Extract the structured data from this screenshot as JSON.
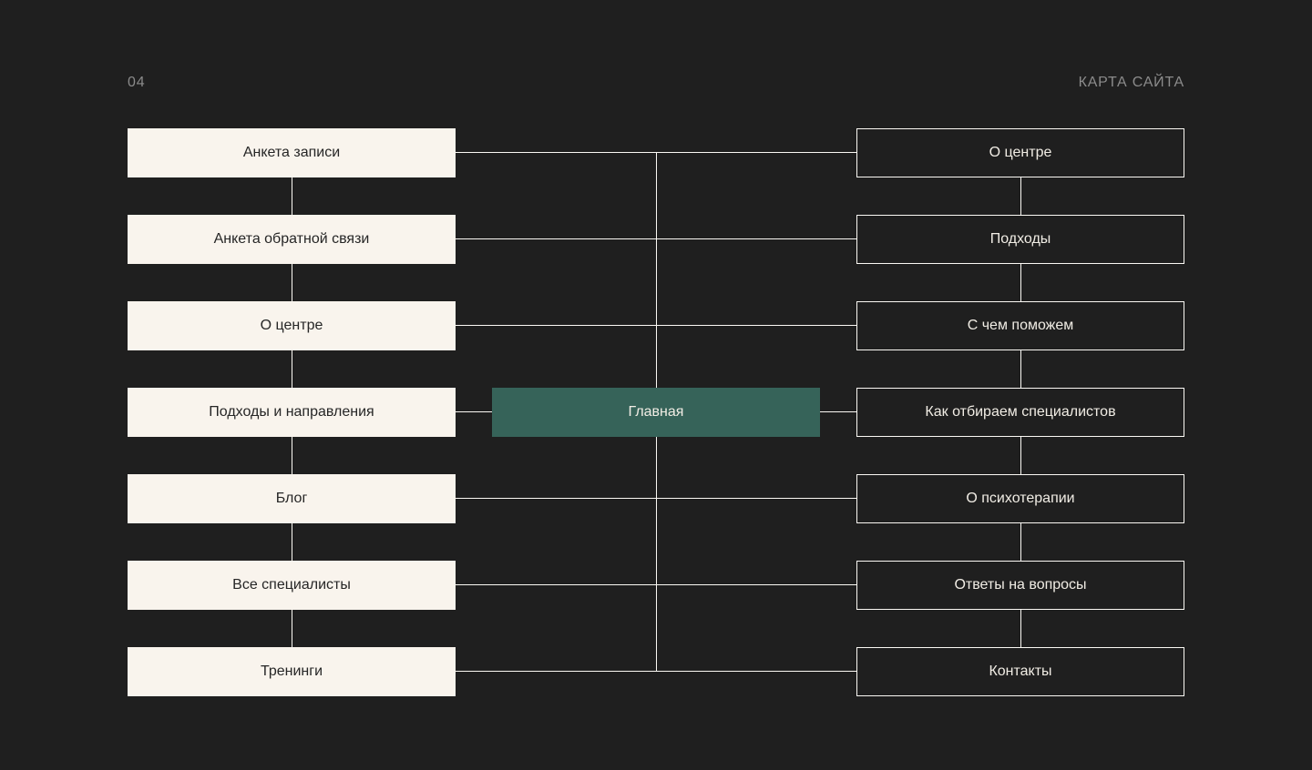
{
  "header": {
    "page_number": "04",
    "title": "КАРТА САЙТА"
  },
  "center_node": {
    "label": "Главная"
  },
  "left_column": {
    "items": [
      {
        "label": "Анкета записи"
      },
      {
        "label": "Анкета обратной связи"
      },
      {
        "label": "О центре"
      },
      {
        "label": "Подходы и направления"
      },
      {
        "label": "Блог"
      },
      {
        "label": "Все специалисты"
      },
      {
        "label": "Тренинги"
      }
    ]
  },
  "right_column": {
    "items": [
      {
        "label": "О центре"
      },
      {
        "label": "Подходы"
      },
      {
        "label": "С чем поможем"
      },
      {
        "label": "Как отбираем специалистов"
      },
      {
        "label": "О психотерапии"
      },
      {
        "label": "Ответы на вопросы"
      },
      {
        "label": "Контакты"
      }
    ]
  },
  "colors": {
    "background": "#1f1f1f",
    "box_cream": "#f9f4ed",
    "box_green": "#366359",
    "line": "#fbf9f4",
    "text_dark": "#262626",
    "text_light": "#f1ede5",
    "header_text": "#8b8b8b"
  }
}
